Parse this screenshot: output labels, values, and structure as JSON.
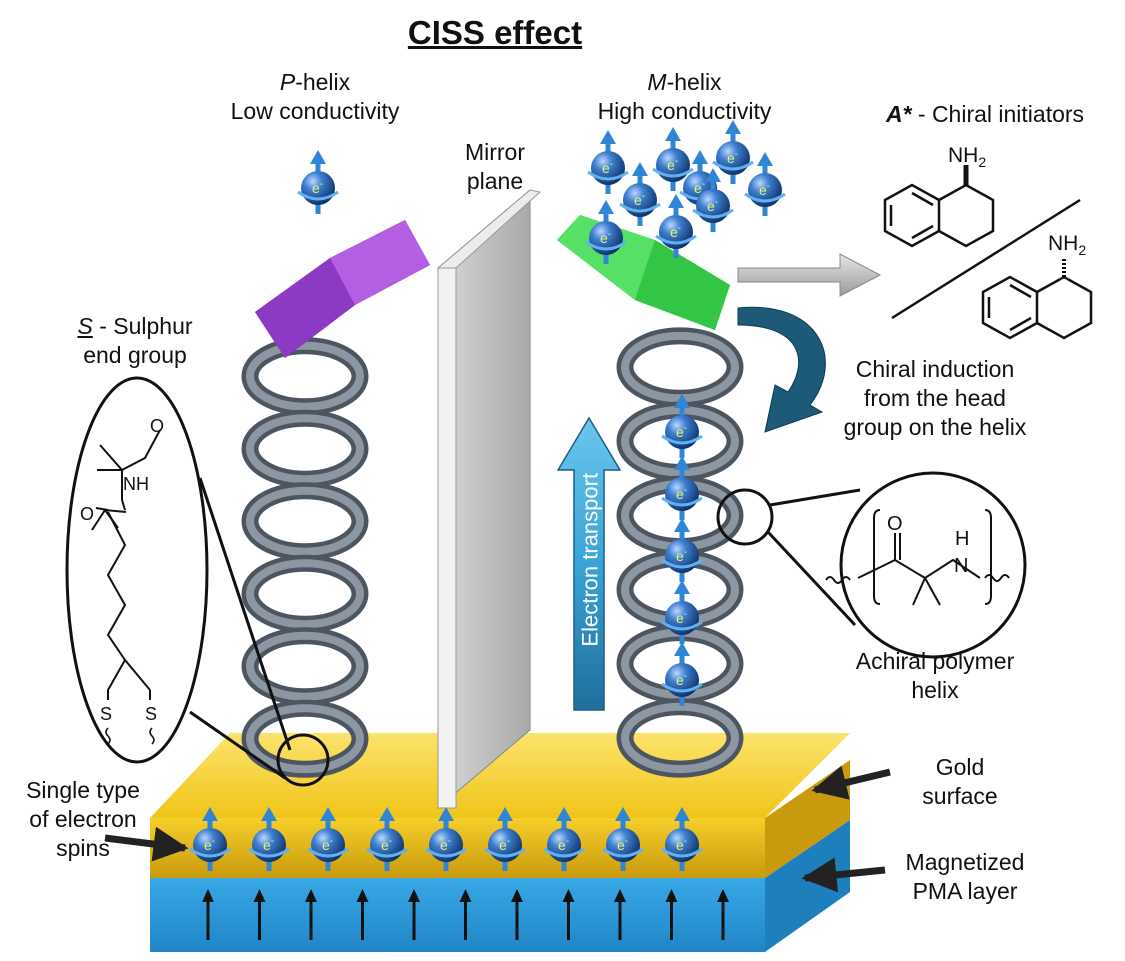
{
  "title": "CISS effect",
  "p_helix": {
    "prefix": "P",
    "suffix": "-helix",
    "line2": "Low conductivity"
  },
  "m_helix": {
    "prefix": "M",
    "suffix": "-helix",
    "line2": "High conductivity"
  },
  "mirror": {
    "line1": "Mirror",
    "line2": "plane"
  },
  "chiral_initiators": {
    "prefix": "A*",
    "suffix": " - Chiral initiators",
    "amine": "NH",
    "amine_sub": "2"
  },
  "sulphur": {
    "prefix": "S",
    "suffix": " - Sulphur",
    "line2": "end group"
  },
  "induction": {
    "line1": "Chiral induction",
    "line2": "from the head",
    "line3": "group on the helix"
  },
  "electron_transport": "Electron transport",
  "achiral": {
    "line1": "Achiral polymer",
    "line2": "helix",
    "atom_o": "O",
    "atom_h": "H",
    "atom_n": "N"
  },
  "gold": {
    "line1": "Gold",
    "line2": "surface"
  },
  "pma": {
    "line1": "Magnetized",
    "line2": "PMA layer"
  },
  "spins": {
    "line1": "Single type",
    "line2": "of electron",
    "line3": "spins"
  },
  "molecule": {
    "o1": "O",
    "nh": "NH",
    "o2": "O",
    "s1": "S",
    "s2": "S"
  },
  "electron_label": "e",
  "electron_sup": "-",
  "colors": {
    "gold": "#f3cc1d",
    "pma": "#2a9ad8",
    "p_head": "#a24fd6",
    "m_head": "#3fca4d",
    "helix": "#6e7883",
    "electron": "#1a4f93",
    "induction_arrow": "#1d5a78",
    "transport_arrow": "#2687b8"
  },
  "counts": {
    "bottom_electrons": 9,
    "pma_arrows": 11,
    "m_helix_electrons": 9,
    "helix_electrons": 5
  }
}
